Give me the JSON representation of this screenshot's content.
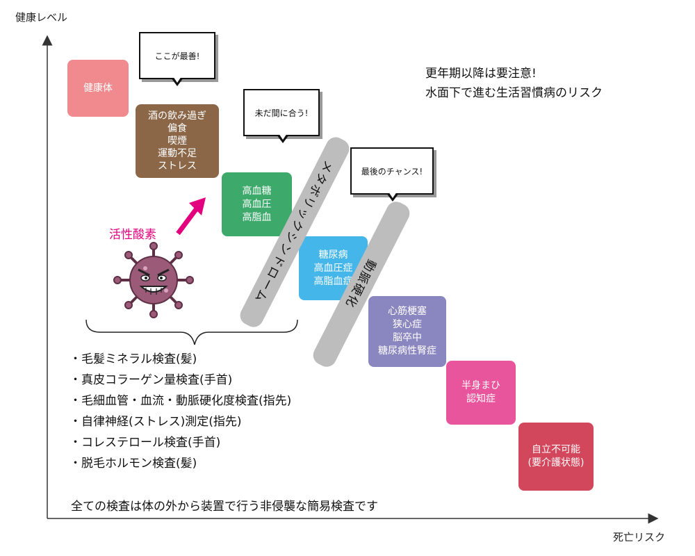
{
  "axes": {
    "y_label": "健康レベル",
    "x_label": "死亡リスク"
  },
  "note": {
    "line1": "更年期以降は要注意!",
    "line2": "水面下で進む生活習慣病のリスク"
  },
  "stages": {
    "healthy": {
      "label": "健康体",
      "color": "#f08a8e"
    },
    "habits": {
      "lines": [
        "酒の飲み過ぎ",
        "偏食",
        "喫煙",
        "運動不足",
        "ストレス"
      ],
      "color": "#8b6748"
    },
    "prediabetes": {
      "lines": [
        "高血糖",
        "高血圧",
        "高脂血"
      ],
      "color": "#3daa6c"
    },
    "disease": {
      "lines": [
        "糖尿病",
        "高血圧症",
        "高脂血症"
      ],
      "color": "#45b6ea"
    },
    "serious": {
      "lines": [
        "心筋梗塞",
        "狭心症",
        "脳卒中",
        "糖尿病性腎症"
      ],
      "color": "#8a86bf"
    },
    "hemiplegia": {
      "lines": [
        "半身まひ",
        "認知症"
      ],
      "color": "#e8559c"
    },
    "bedridden": {
      "lines": [
        "自立不可能",
        "(要介護状態)"
      ],
      "color": "#d2475b"
    }
  },
  "bubbles": {
    "best": "ここが最善!",
    "in_time": "未だ間に合う!",
    "last_chance": "最後のチャンス!"
  },
  "pills": {
    "metabolic": "メタボリックシンドローム",
    "arteriosclerosis": "動脈硬化"
  },
  "radical": {
    "label": "活性酸素",
    "arrow_color": "#e3007f",
    "virus_color": "#9a5a78"
  },
  "tests": [
    "・毛髪ミネラル検査(髪)",
    "・真皮コラーゲン量検査(手首)",
    "・毛細血管・血流・動脈硬化度検査(指先)",
    "・自律神経(ストレス)測定(指先)",
    "・コレステロール検査(手首)",
    "・脱毛ホルモン検査(髪)"
  ],
  "footer": "全ての検査は体の外から装置で行う非侵襲な簡易検査です"
}
